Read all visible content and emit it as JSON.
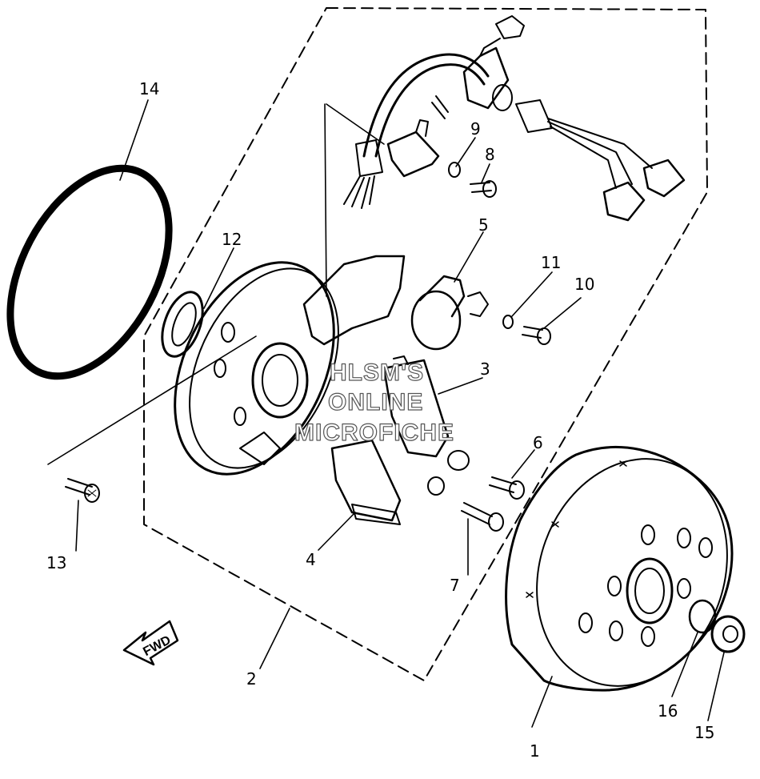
{
  "labels": {
    "p1": "1",
    "p2": "2",
    "p3": "3",
    "p4": "4",
    "p5": "5",
    "p6": "6",
    "p7": "7",
    "p8": "8",
    "p9": "9",
    "p10": "10",
    "p11": "11",
    "p12": "12",
    "p13": "13",
    "p14": "14",
    "p15": "15",
    "p16": "16"
  },
  "fwd": "FWD",
  "watermark": {
    "line1": "HLSM'S",
    "line2": "ONLINE",
    "line3": "MICROFICHE"
  }
}
